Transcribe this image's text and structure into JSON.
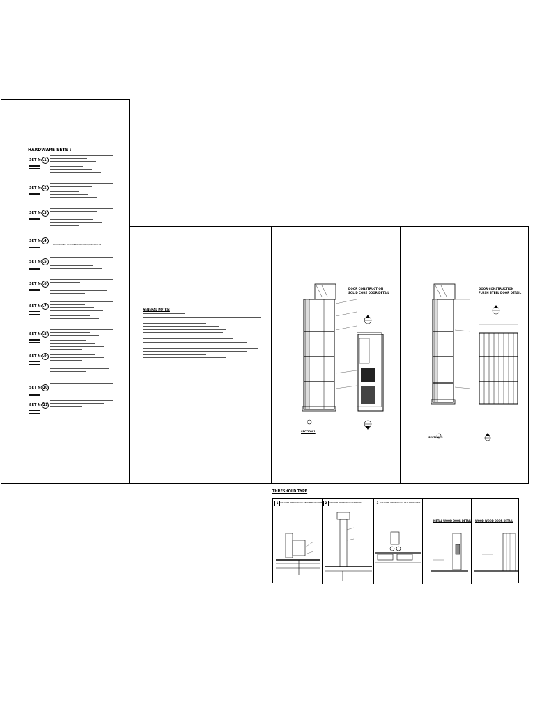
{
  "hardware_schedule": {
    "heading": "HARDWARE SETS :",
    "set_label": "SET No.",
    "set_numbers": [
      "1",
      "2",
      "3",
      "4",
      "5",
      "6",
      "7",
      "8",
      "9",
      "10",
      "11"
    ],
    "item_4_note": "ACCORDING TO CONSULTANT REQUIREMENTS"
  },
  "general_notes": {
    "title": "GENERAL NOTES:"
  },
  "detail_1": {
    "title": "DOOR CONSTRUCTION",
    "subtitle": "SOLID CORE DOOR DETAIL",
    "section_label": "SECTION 1"
  },
  "detail_2": {
    "title": "DOOR CONSTRUCTION",
    "subtitle": "FLUSH STEEL DOOR DETAIL",
    "section_label": "SECTION 2"
  },
  "threshold": {
    "heading": "THRESHOLD TYPE",
    "cells": [
      {
        "num": "1",
        "label": "GRANITE THRESHOLD BETWEEN ROOMS"
      },
      {
        "num": "2",
        "label": "GRANITE THRESHOLD AT EXITS"
      },
      {
        "num": "3",
        "label": "GRANITE THRESHOLD AT BATHROOMS"
      },
      {
        "num": "",
        "label": ""
      },
      {
        "num": "",
        "label": "METAL WOOD DOOR DETAIL"
      },
      {
        "num": "",
        "label": "WOOD WOOD DOOR DETAIL"
      }
    ]
  }
}
